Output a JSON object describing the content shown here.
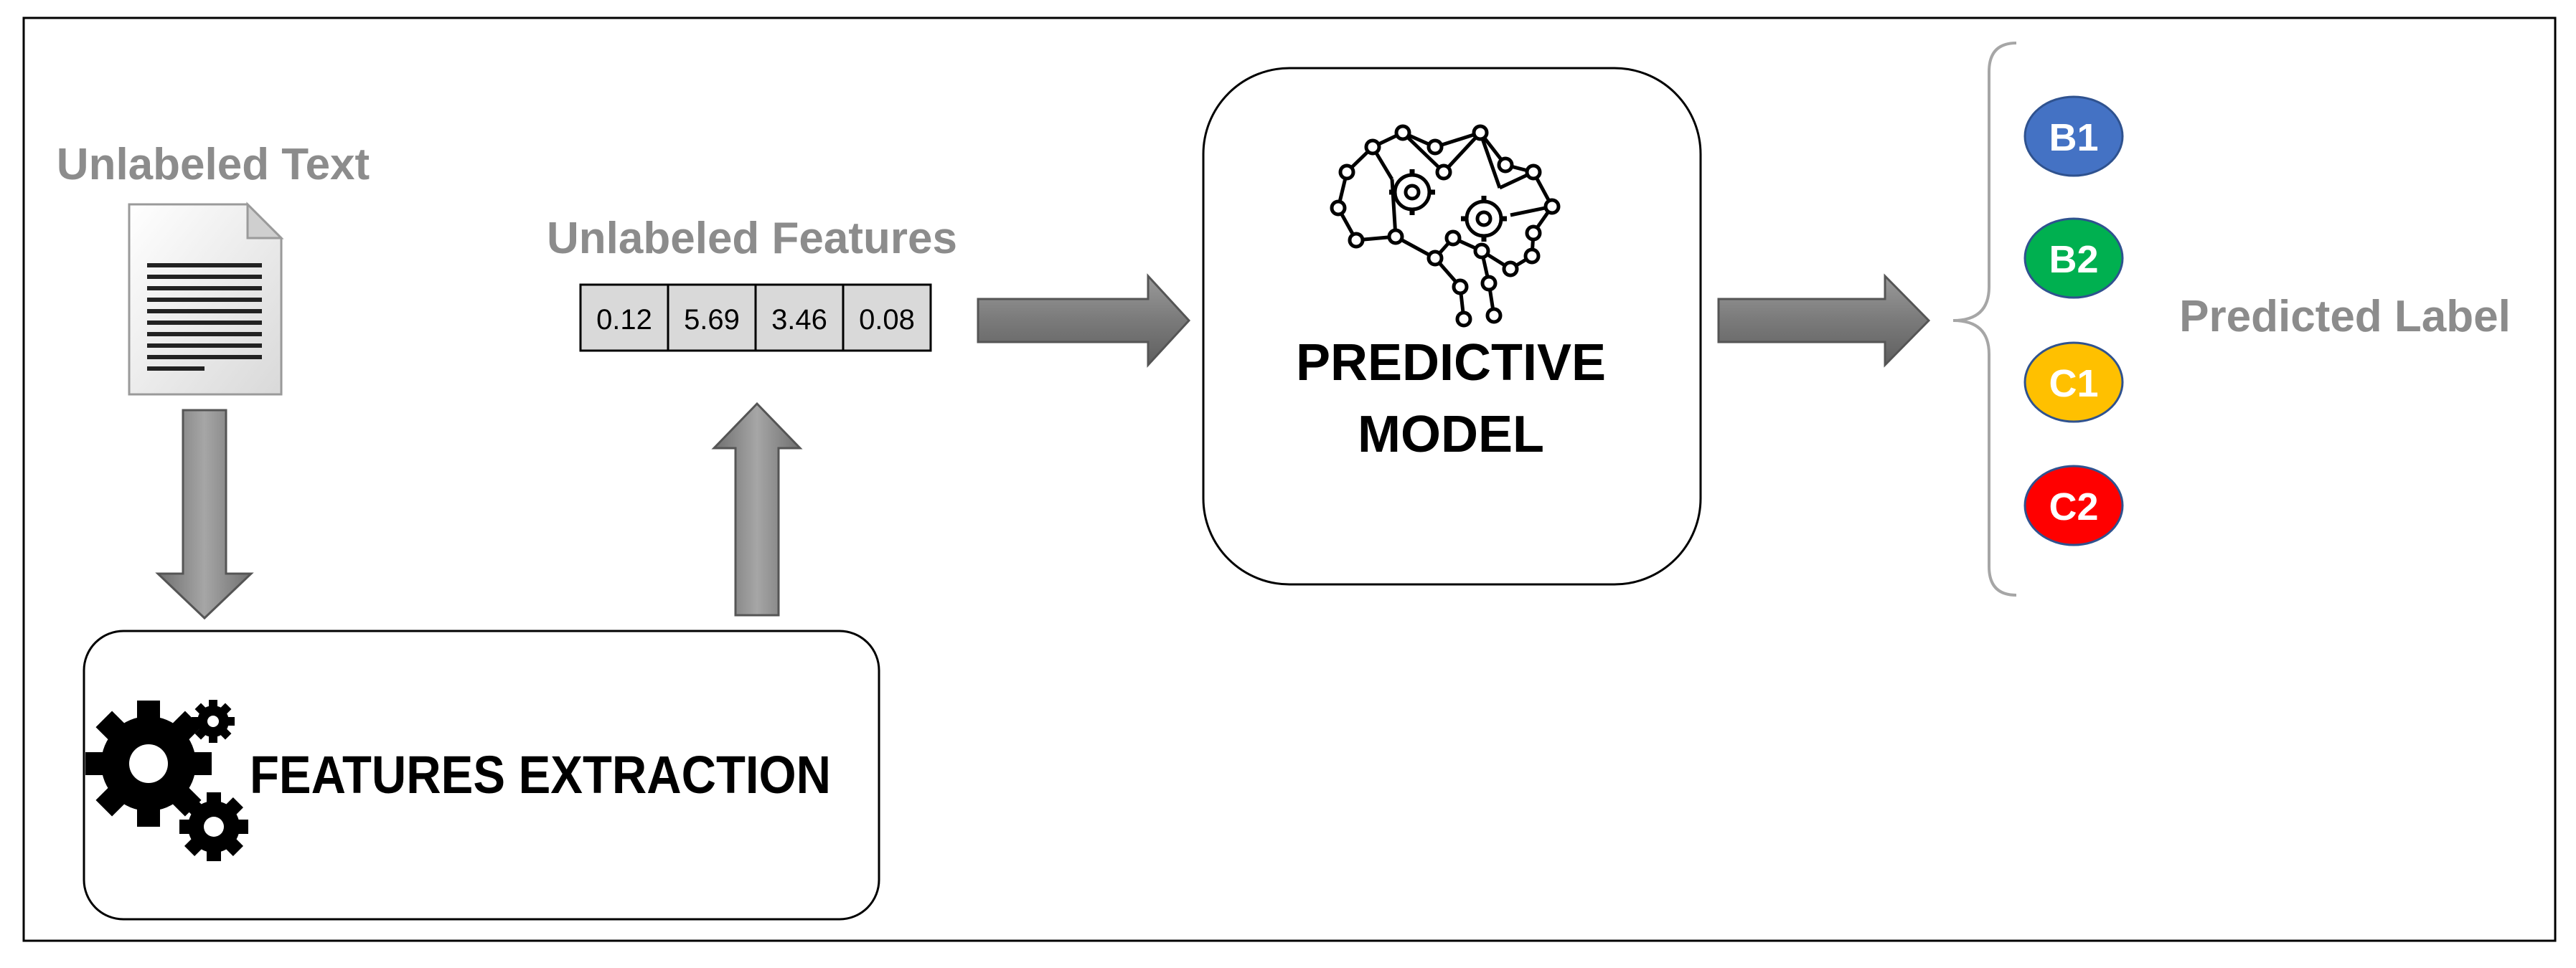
{
  "unlabeled_text": {
    "title": "Unlabeled Text"
  },
  "unlabeled_features": {
    "title": "Unlabeled Features",
    "values": [
      "0.12",
      "5.69",
      "3.46",
      "0.08"
    ]
  },
  "features_extraction": {
    "label": "FEATURES EXTRACTION"
  },
  "predictive_model": {
    "line1": "PREDICTIVE",
    "line2": "MODEL"
  },
  "predicted_label": {
    "title": "Predicted Label",
    "classes": [
      {
        "name": "B1",
        "color": "#4472c4"
      },
      {
        "name": "B2",
        "color": "#00b050"
      },
      {
        "name": "C1",
        "color": "#ffc000"
      },
      {
        "name": "C2",
        "color": "#ff0000"
      }
    ]
  },
  "colors": {
    "muted_text": "#8c8c8c",
    "arrow_fill": "#808080",
    "border": "#000000"
  }
}
